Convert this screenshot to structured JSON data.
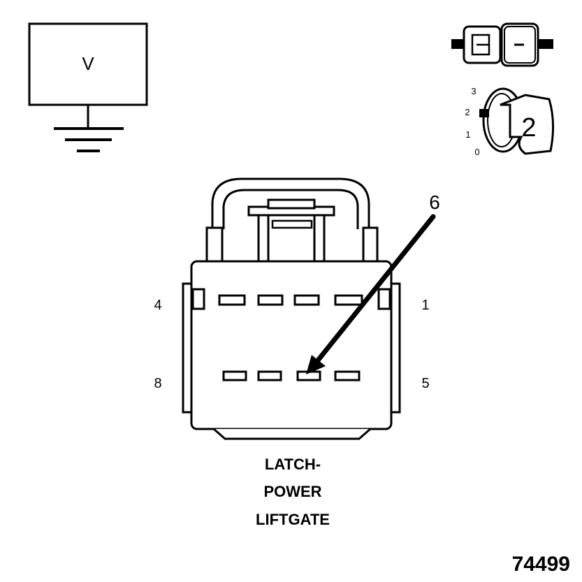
{
  "voltmeter": {
    "symbol": "V"
  },
  "ignition_key": {
    "positions": [
      "3",
      "2",
      "1",
      "0"
    ],
    "selected": "2"
  },
  "connector": {
    "pin_labels": {
      "top_left": "4",
      "top_right": "1",
      "bottom_left": "8",
      "bottom_right": "5"
    },
    "callout_pin": "6",
    "name_lines": [
      "LATCH-",
      "POWER",
      "LIFTGATE"
    ]
  },
  "figure_number": "74499",
  "colors": {
    "ink": "#000000",
    "paper": "#ffffff",
    "shade": "#d8d8d8"
  }
}
